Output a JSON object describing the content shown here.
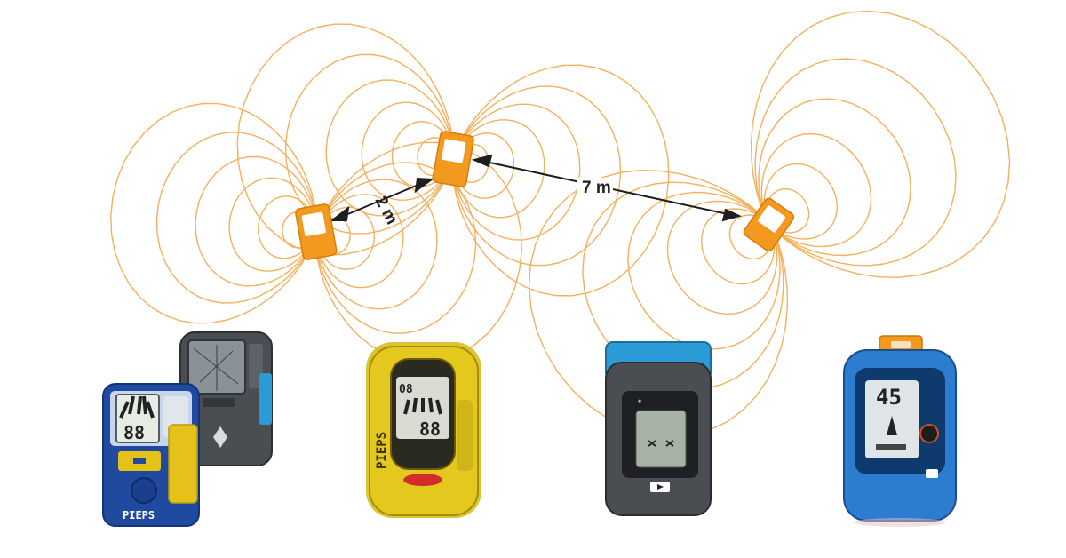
{
  "diagram": {
    "distance_labels": {
      "short": "2 m",
      "long": "7 m"
    },
    "colors": {
      "field_line": "#f3a340",
      "transceiver": "#f39a1e",
      "arrow": "#1e1e1e",
      "pieps_blue": "#1f4aa0",
      "pieps_yellow": "#e4c21a",
      "bd_grey": "#4a4d52",
      "bd_blue": "#2a9bd6",
      "orange_clip": "#f39a1e"
    }
  },
  "devices": {
    "pieps_front": {
      "brand": "PIEPS",
      "display": "88"
    },
    "pieps_yellow": {
      "brand": "PIEPS",
      "display": "08",
      "display_digits": "88"
    },
    "recon_blue": {
      "distance_readout": "45"
    }
  }
}
